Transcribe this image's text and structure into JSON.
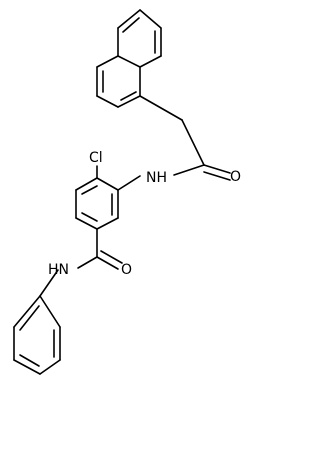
{
  "molecule": {
    "atom_labels": {
      "chlorine": "Cl",
      "amide_nh_upper": "NH",
      "carbonyl_o_upper": "O",
      "carbonyl_o_lower": "O",
      "amide_nh_lower": "HN"
    },
    "colors": {
      "bond": "#000000",
      "label": "#000000",
      "background": "#ffffff"
    }
  }
}
